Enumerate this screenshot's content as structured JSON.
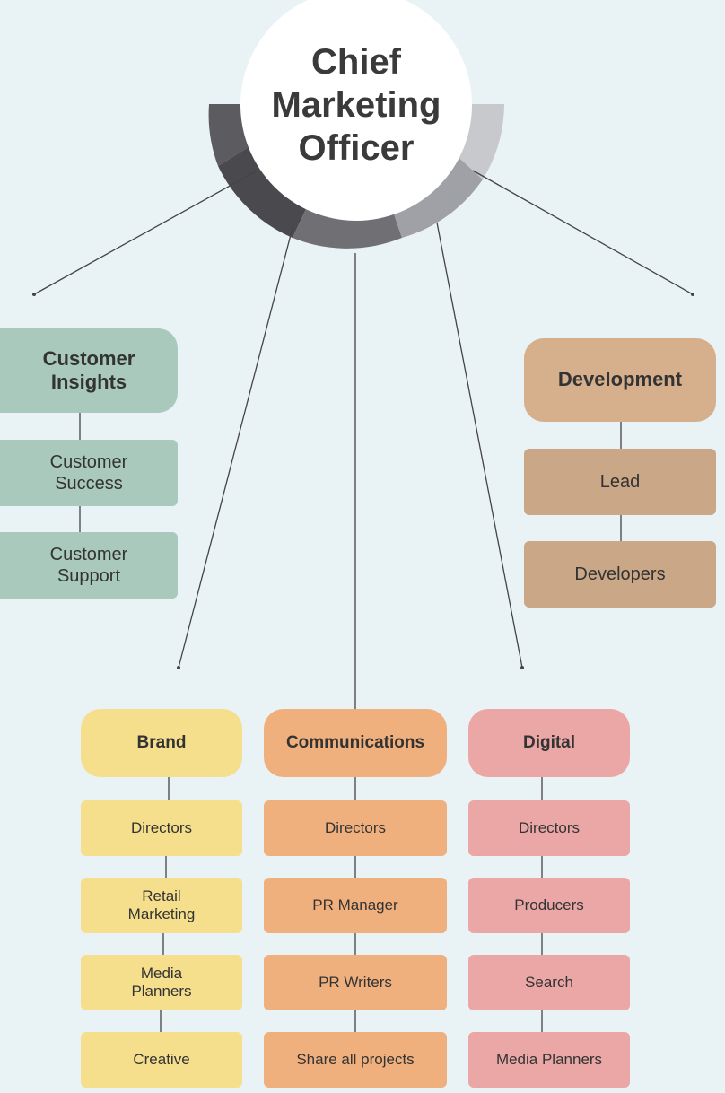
{
  "title": "Chief\nMarketing\nOfficer",
  "departments": {
    "customer_insights": {
      "header": "Customer\nInsights",
      "items": [
        "Customer\nSuccess",
        "Customer\nSupport"
      ]
    },
    "development": {
      "header": "Development",
      "items": [
        "Lead",
        "Developers"
      ]
    },
    "brand": {
      "header": "Brand",
      "items": [
        "Directors",
        "Retail\nMarketing",
        "Media\nPlanners",
        "Creative"
      ]
    },
    "communications": {
      "header": "Communications",
      "items": [
        "Directors",
        "PR Manager",
        "PR Writers",
        "Share all projects"
      ]
    },
    "digital": {
      "header": "Digital",
      "items": [
        "Directors",
        "Producers",
        "Search",
        "Media Planners"
      ]
    }
  },
  "colors": {
    "background": "#e9f3f6",
    "customer_insights": "#a9c9bd",
    "development_header": "#d6b08c",
    "development": "#caa887",
    "brand": "#f5df8c",
    "communications": "#f0b07e",
    "digital": "#eba6a6",
    "ring_dark": "#4a4a4e",
    "ring_mid": "#6f6f74",
    "ring_light": "#9fa1a6",
    "ring_lightest": "#c7c9cd"
  }
}
